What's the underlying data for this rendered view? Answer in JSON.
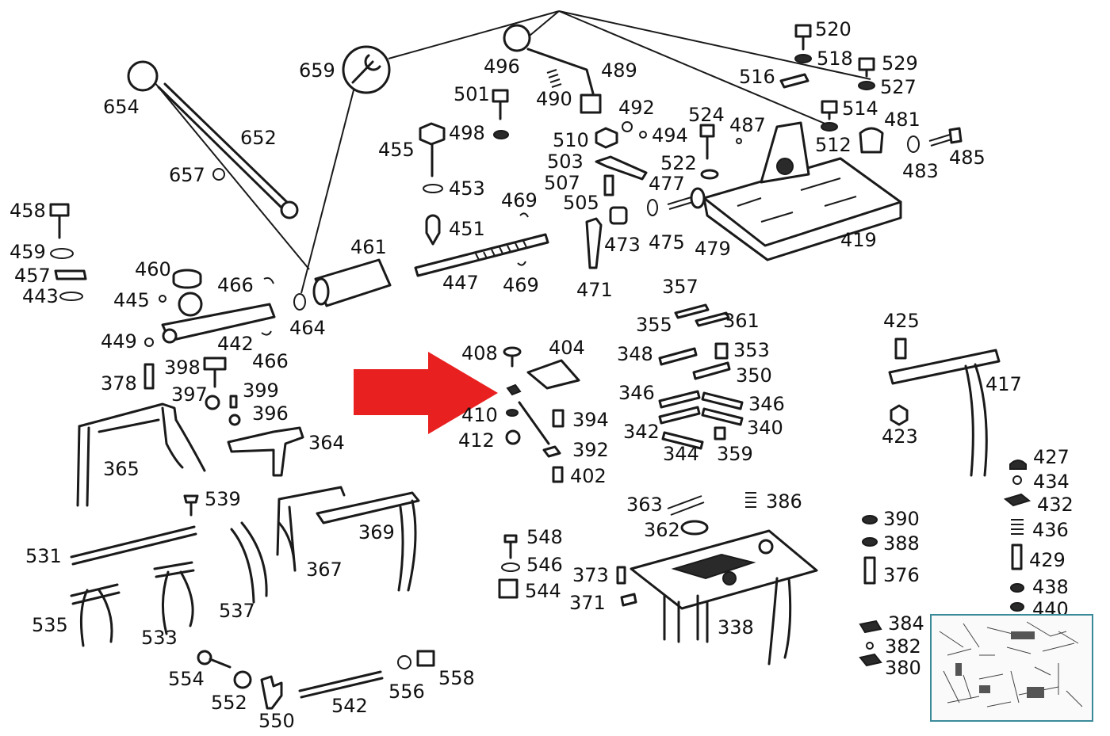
{
  "labels": {
    "l520": "520",
    "l518": "518",
    "l529": "529",
    "l527": "527",
    "l516": "516",
    "l514": "514",
    "l481": "481",
    "l512": "512",
    "l485": "485",
    "l483": "483",
    "l487": "487",
    "l524": "524",
    "l522": "522",
    "l496": "496",
    "l489": "489",
    "l501": "501",
    "l490": "490",
    "l492": "492",
    "l498": "498",
    "l494": "494",
    "l455": "455",
    "l510": "510",
    "l503": "503",
    "l507": "507",
    "l505": "505",
    "l477": "477",
    "l419": "419",
    "l453": "453",
    "l469a": "469",
    "l451": "451",
    "l479": "479",
    "l475": "475",
    "l473": "473",
    "l471": "471",
    "l447": "447",
    "l469b": "469",
    "l461": "461",
    "l659": "659",
    "l654": "654",
    "l652": "652",
    "l657": "657",
    "l458": "458",
    "l459": "459",
    "l457": "457",
    "l443": "443",
    "l460": "460",
    "l466a": "466",
    "l445": "445",
    "l464": "464",
    "l449": "449",
    "l442": "442",
    "l466b": "466",
    "l398": "398",
    "l378": "378",
    "l397": "397",
    "l399": "399",
    "l396": "396",
    "l364": "364",
    "l365": "365",
    "l408": "408",
    "l404": "404",
    "l410": "410",
    "l412": "412",
    "l394": "394",
    "l392": "392",
    "l402": "402",
    "l357": "357",
    "l355": "355",
    "l361": "361",
    "l348": "348",
    "l353": "353",
    "l350": "350",
    "l346a": "346",
    "l346b": "346",
    "l342": "342",
    "l340": "340",
    "l344": "344",
    "l359": "359",
    "l425": "425",
    "l417": "417",
    "l423": "423",
    "l427": "427",
    "l434": "434",
    "l432": "432",
    "l436": "436",
    "l429": "429",
    "l438": "438",
    "l440": "440",
    "l390": "390",
    "l388": "388",
    "l376": "376",
    "l384": "384",
    "l382": "382",
    "l380": "380",
    "l363": "363",
    "l386": "386",
    "l362": "362",
    "l338": "338",
    "l373": "373",
    "l371": "371",
    "l548": "548",
    "l546": "546",
    "l544": "544",
    "l539": "539",
    "l531": "531",
    "l369": "369",
    "l367": "367",
    "l537": "537",
    "l535": "535",
    "l533": "533",
    "l554": "554",
    "l552": "552",
    "l550": "550",
    "l542": "542",
    "l556": "556",
    "l558": "558"
  },
  "colors": {
    "arrow": "#e8201f",
    "ink": "#1a1a1a",
    "thumb_border": "#3b8a9a"
  },
  "icons": {
    "tool_callout": "wrench-icon"
  }
}
